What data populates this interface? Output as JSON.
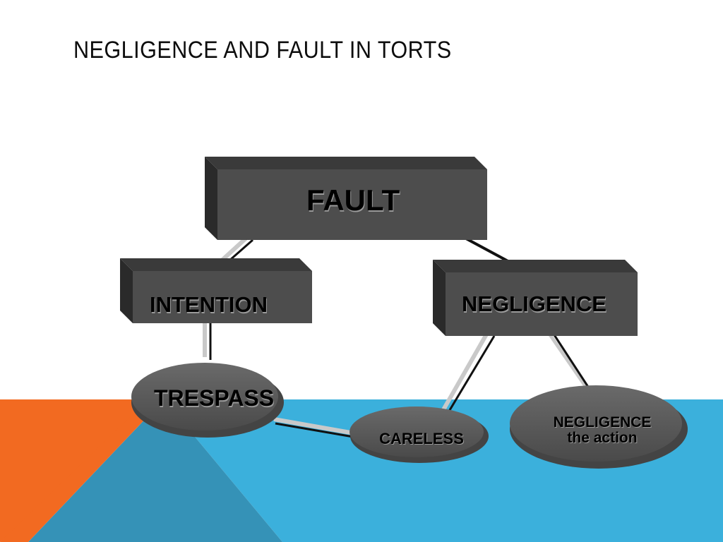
{
  "slide": {
    "title": "NEGLIGENCE AND FAULT IN TORTS"
  },
  "diagram": {
    "nodes": {
      "fault": "FAULT",
      "intention": "INTENTION",
      "negligence": "NEGLIGENCE",
      "trespass": "TRESPASS",
      "careless": "CARELESS",
      "negligence_action_line1": "NEGLIGENCE",
      "negligence_action_line2": "the action"
    }
  },
  "colors": {
    "orange": "#f26a21",
    "blue": "#3bb0dc",
    "teal": "#3592b7",
    "box_face": "#4d4d4d",
    "box_top": "#3a3a3a",
    "box_side": "#2a2a2a",
    "disc": "#555555"
  }
}
